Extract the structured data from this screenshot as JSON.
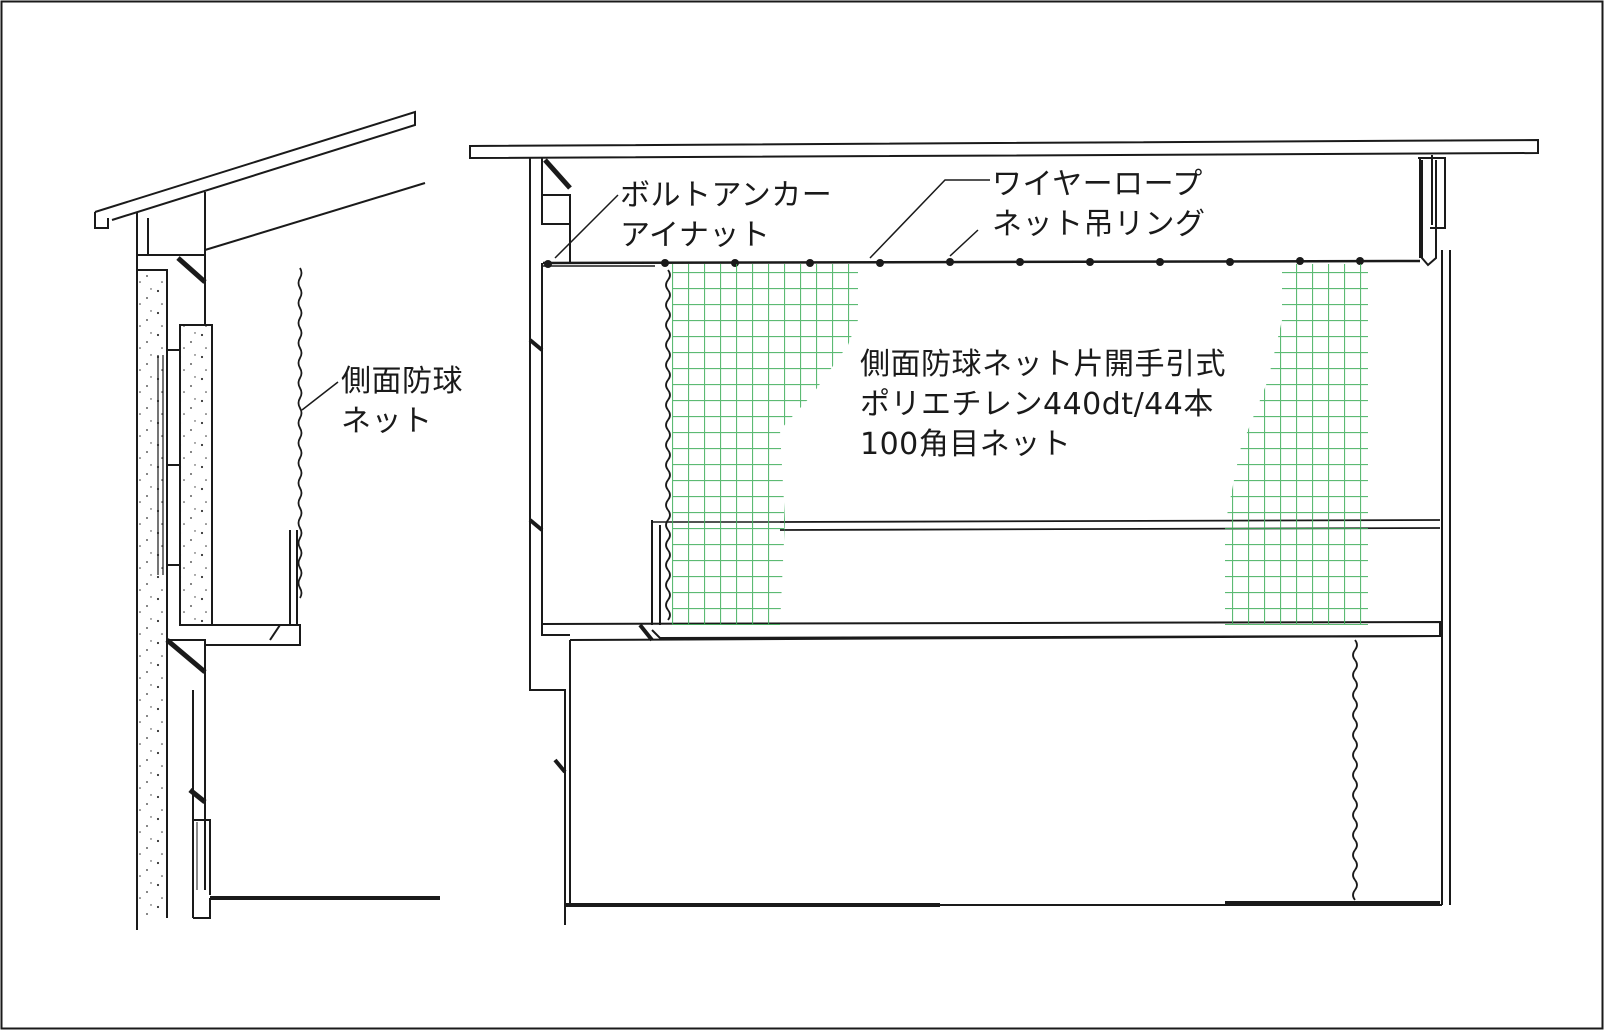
{
  "labels": {
    "side_net_line1": "側面防球",
    "side_net_line2": "ネット",
    "bolt_anchor_line1": "ボルトアンカー",
    "bolt_anchor_line2": "アイナット",
    "wire_rope": "ワイヤーロープ",
    "net_ring": "ネット吊リング",
    "main_net_line1": "側面防球ネット片開手引式",
    "main_net_line2": "ポリエチレン440dt/44本",
    "main_net_line3": "100角目ネット"
  },
  "colors": {
    "line": "#1a1a1a",
    "net": "#3fae5a"
  }
}
